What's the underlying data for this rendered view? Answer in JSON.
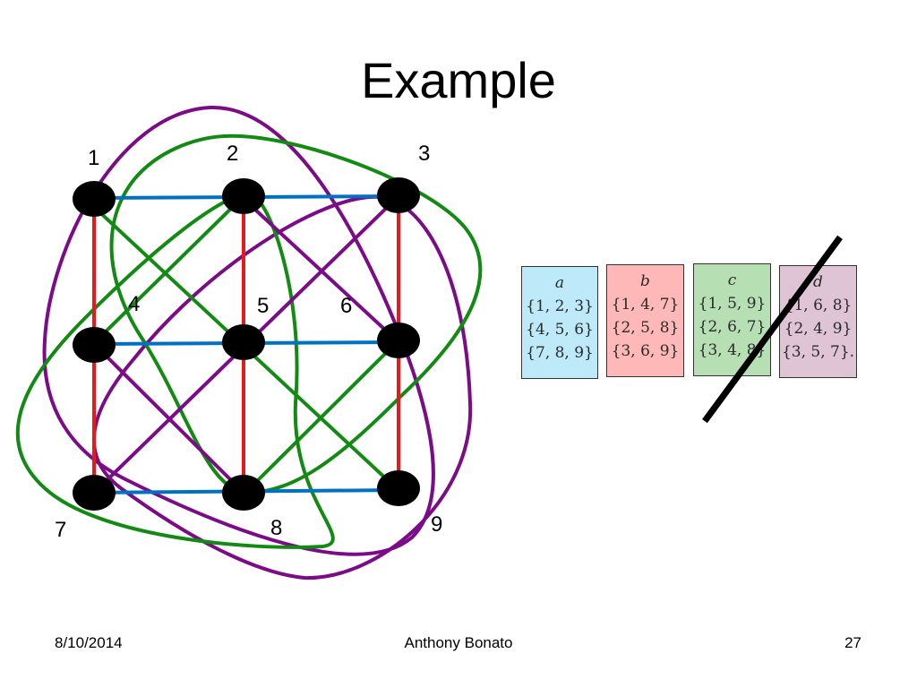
{
  "slide": {
    "title": "Example",
    "date": "8/10/2014",
    "author": "Anthony Bonato",
    "page_number": "27"
  },
  "graph": {
    "vertex_labels": [
      "1",
      "2",
      "3",
      "4",
      "5",
      "6",
      "7",
      "8",
      "9"
    ],
    "colors": {
      "vertex": "#000000",
      "row_class_a": "#0070c0",
      "column_class_b": "#e41a1c",
      "class_c": "#138a13",
      "class_d": "#7b0b86"
    }
  },
  "partition_boxes": [
    {
      "header": "a",
      "sets": [
        "{1, 2, 3}",
        "{4, 5, 6}",
        "{7, 8, 9}"
      ],
      "color": "#bde9f9",
      "crossed_out": false
    },
    {
      "header": "b",
      "sets": [
        "{1, 4, 7}",
        "{2, 5, 8}",
        "{3, 6, 9}"
      ],
      "color": "#ffb8b8",
      "crossed_out": false
    },
    {
      "header": "c",
      "sets": [
        "{1, 5, 9}",
        "{2, 6, 7}",
        "{3, 4, 8}"
      ],
      "color": "#b7dfb4",
      "crossed_out": true
    },
    {
      "header": "d",
      "sets": [
        "{1, 6, 8}",
        "{2, 4, 9}",
        "{3, 5, 7}."
      ],
      "color": "#dfc4d6",
      "crossed_out": false
    }
  ]
}
